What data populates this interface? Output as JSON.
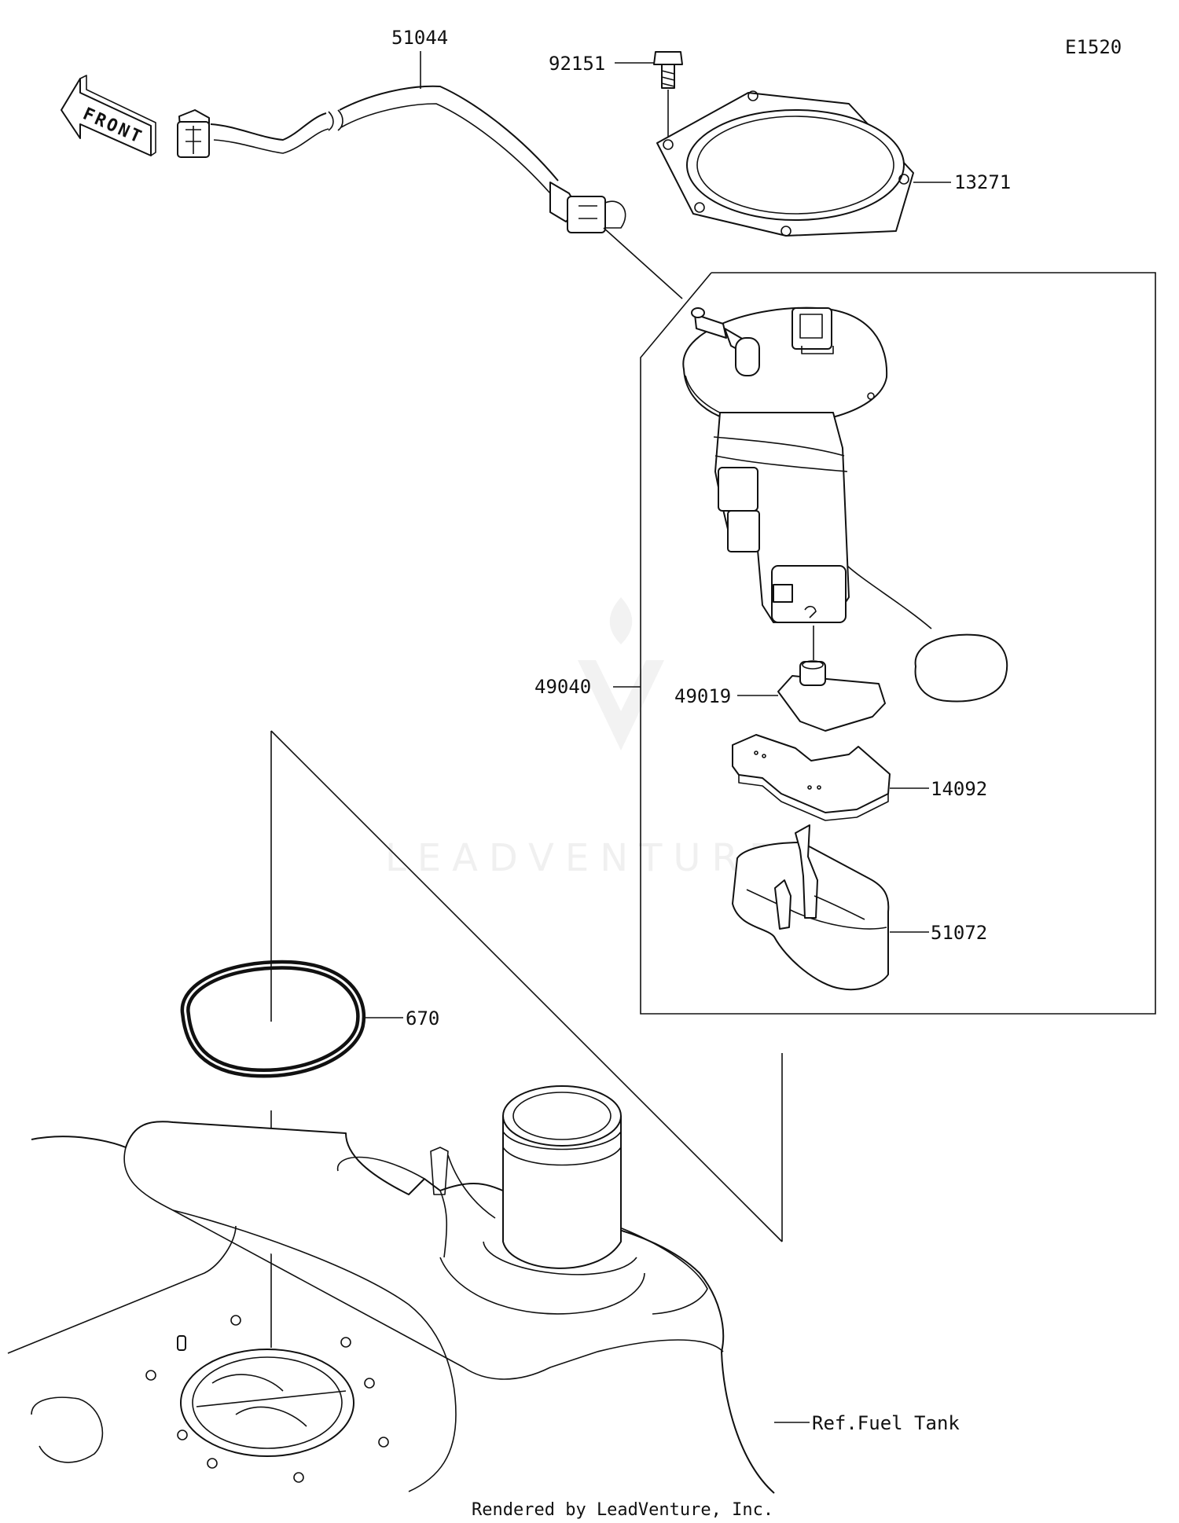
{
  "diagram": {
    "code": "E1520",
    "front_label": "FRONT",
    "parts": [
      {
        "id": "p51044",
        "number": "51044"
      },
      {
        "id": "p92151",
        "number": "92151"
      },
      {
        "id": "p13271",
        "number": "13271"
      },
      {
        "id": "p49040",
        "number": "49040"
      },
      {
        "id": "p49019",
        "number": "49019"
      },
      {
        "id": "p14092",
        "number": "14092"
      },
      {
        "id": "p51072",
        "number": "51072"
      },
      {
        "id": "p670",
        "number": "670"
      }
    ],
    "reference": "Ref.Fuel Tank",
    "watermark": "LEADVENTURE",
    "footer": "Rendered by LeadVenture, Inc."
  },
  "colors": {
    "line": "#111111",
    "background": "#ffffff",
    "watermark": "#f0f0f0"
  }
}
